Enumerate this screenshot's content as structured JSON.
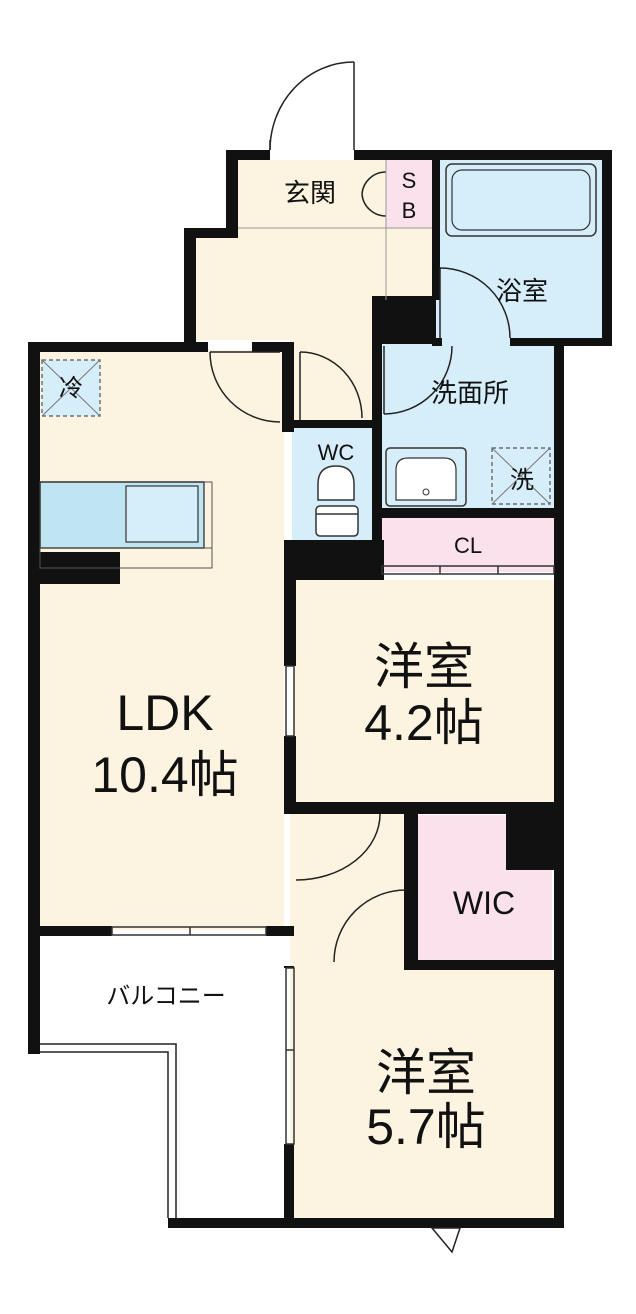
{
  "rooms": {
    "entrance": "玄関",
    "shoe_box_s": "S",
    "shoe_box_b": "B",
    "bathroom": "浴室",
    "washroom": "洗面所",
    "washer": "洗",
    "fridge": "冷",
    "toilet": "WC",
    "closet": "CL",
    "ldk_name": "LDK",
    "ldk_size": "10.4帖",
    "room1_name": "洋室",
    "room1_size": "4.2帖",
    "room2_name": "洋室",
    "room2_size": "5.7帖",
    "wic": "WIC",
    "balcony": "バルコニー"
  },
  "colors": {
    "floor": "#fcf4e0",
    "wet_area": "#d6eefa",
    "storage": "#fbe1ec",
    "wall": "#111111",
    "kitchen_counter": "#bfe5f3"
  }
}
